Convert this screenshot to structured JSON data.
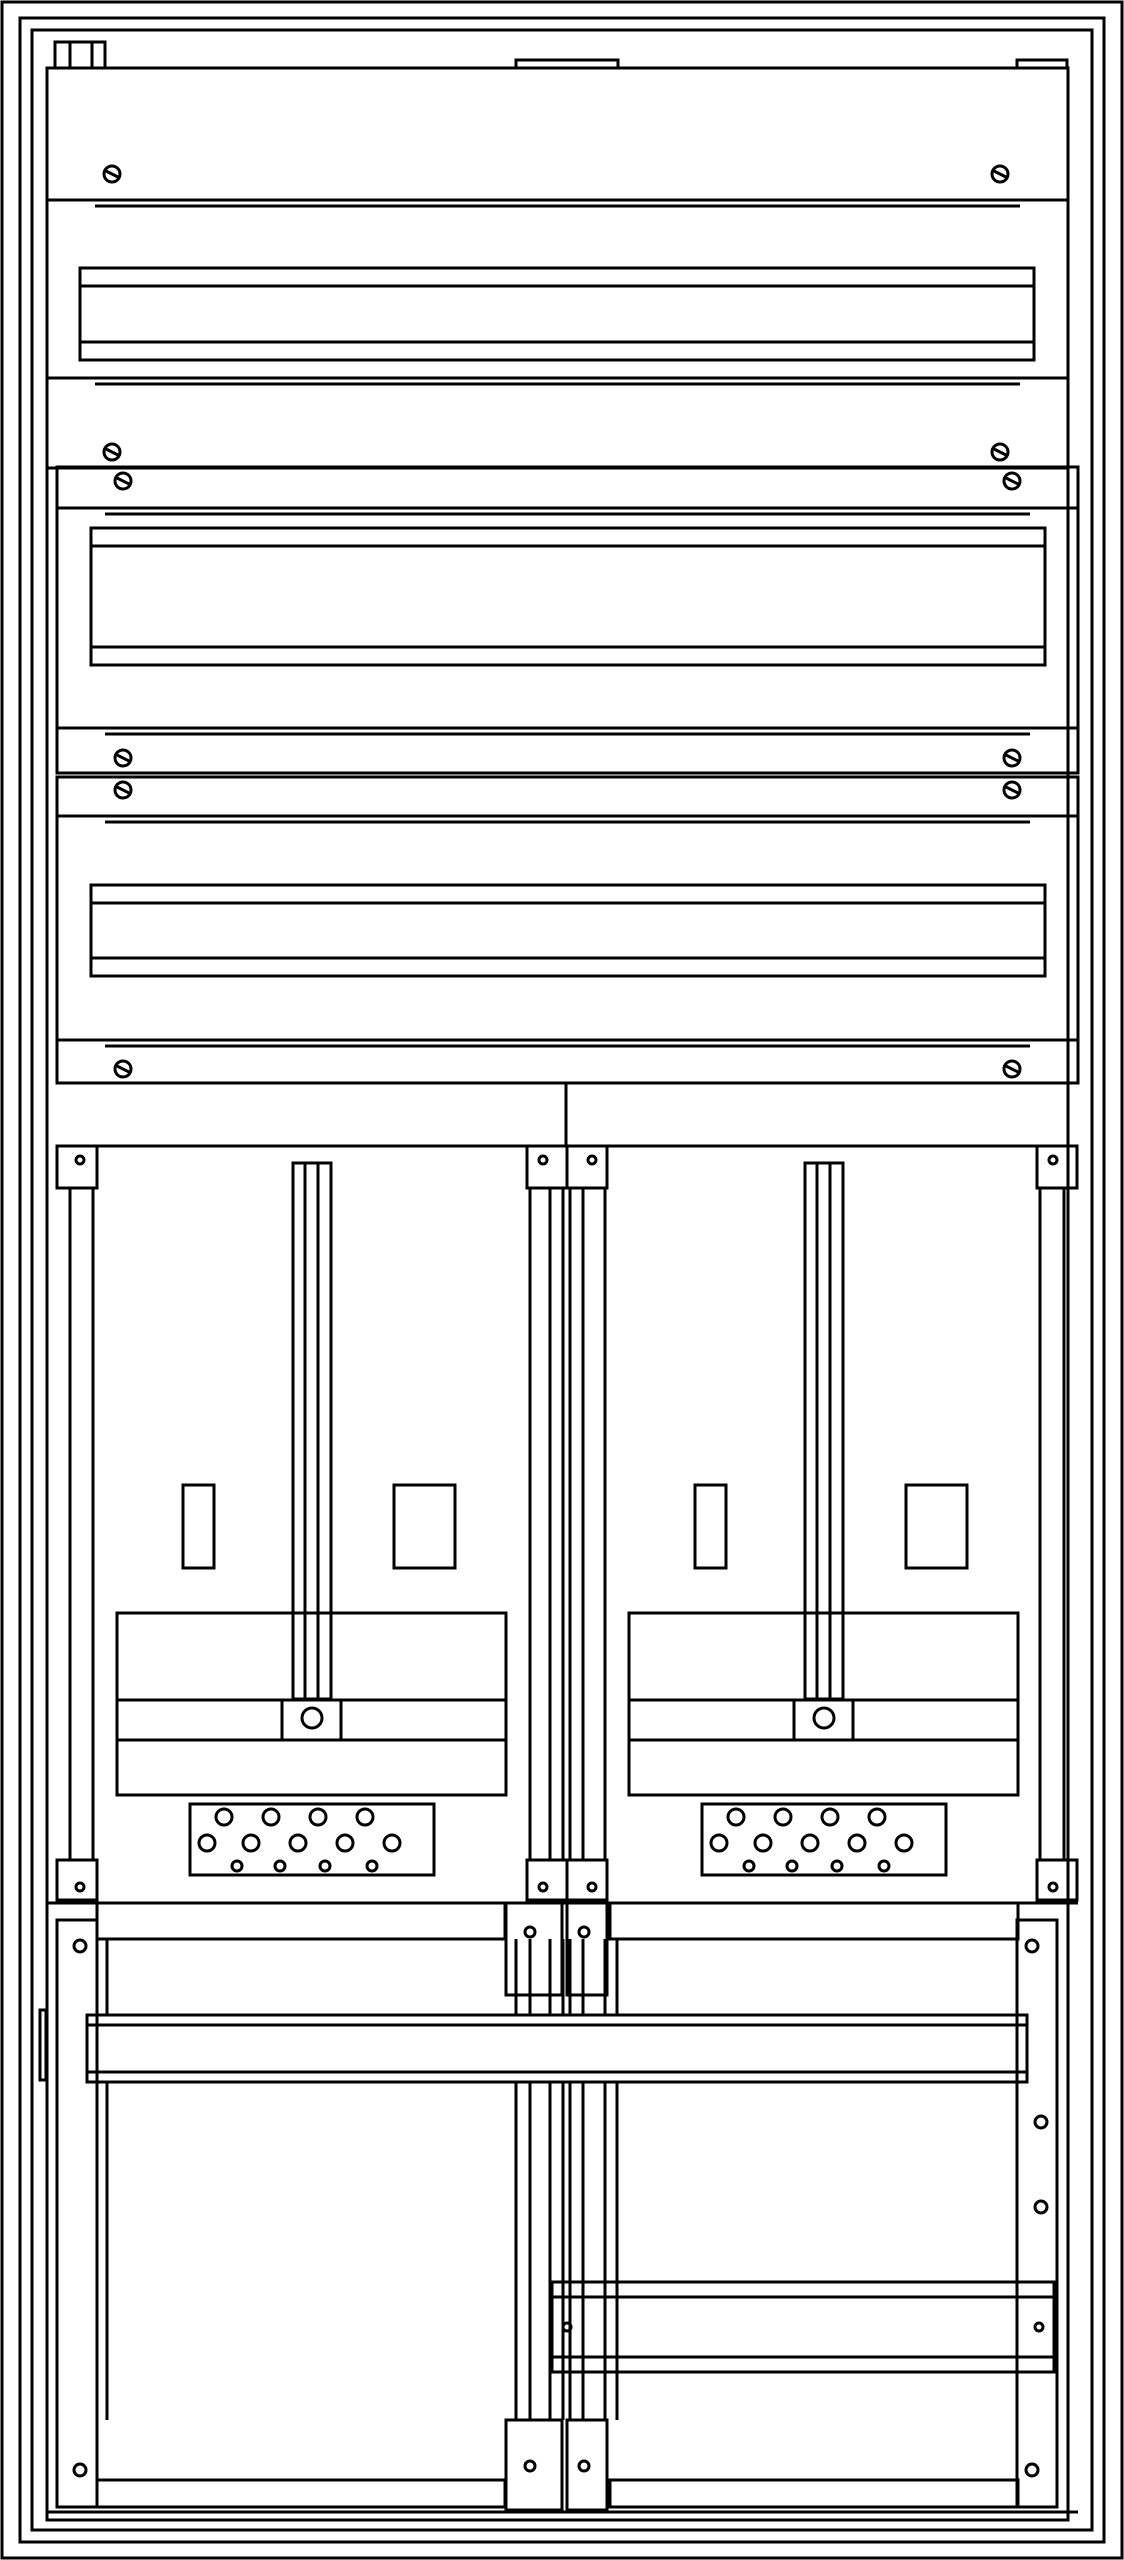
{
  "drawing": {
    "subject": "meter-cabinet",
    "line_color": "#000000",
    "background_color": "#ffffff",
    "sections": [
      "top-din-section",
      "middle-din-section-1",
      "middle-din-section-2",
      "meter-field-left",
      "meter-field-right",
      "bottom-distribution-section"
    ],
    "icons": [
      "screw-icon",
      "terminal-screw-icon"
    ]
  }
}
